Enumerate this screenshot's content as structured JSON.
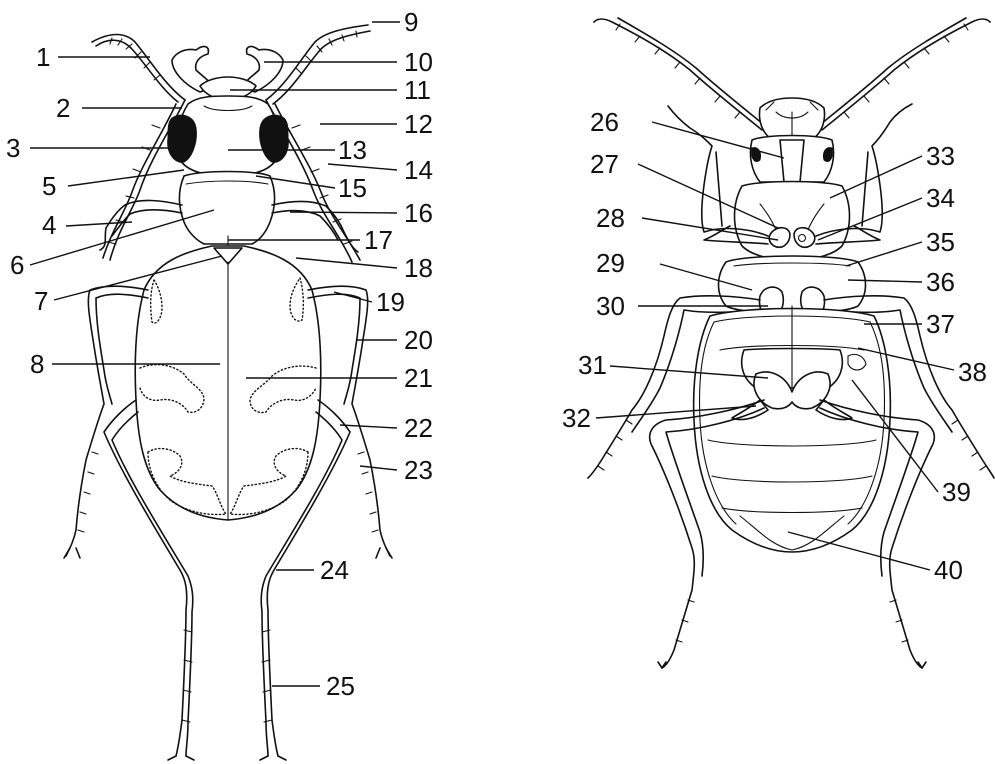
{
  "dorsal_labels": [
    "1",
    "2",
    "3",
    "4",
    "5",
    "6",
    "7",
    "8",
    "9",
    "10",
    "11",
    "12",
    "13",
    "14",
    "15",
    "16",
    "17",
    "18",
    "19",
    "20",
    "21",
    "22",
    "23",
    "24",
    "25"
  ],
  "ventral_labels": [
    "26",
    "27",
    "28",
    "29",
    "30",
    "31",
    "32",
    "33",
    "34",
    "35",
    "36",
    "37",
    "38",
    "39",
    "40"
  ]
}
